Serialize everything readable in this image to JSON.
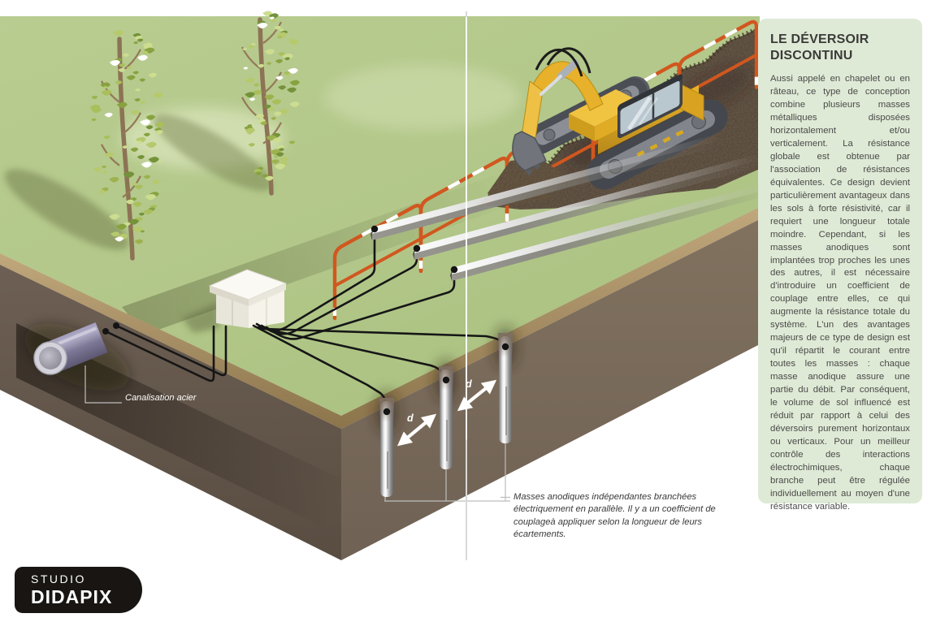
{
  "panel": {
    "title": "LE DÉVERSOIR DISCONTINU",
    "body": "Aussi appelé en chapelet ou en râteau, ce type de conception combine plusieurs masses métalliques disposées horizontalement et/ou verticalement. La résistance globale est obtenue par l'association de résistances équivalentes. Ce design devient particulièrement avantageux dans les sols à forte résistivité, car il requiert une longueur totale moindre. Cependant, si les masses anodiques sont implantées trop proches les unes des autres, il est nécessaire d'introduire un coefficient de couplage entre elles, ce qui augmente la résistance totale du système. L'un des avantages majeurs de ce type de design est qu'il répartit le courant entre toutes les masses : chaque masse anodique assure une partie du débit. Par conséquent, le volume de sol influencé est réduit par rapport à celui des déversoirs purement horizontaux ou verticaux. Pour un meilleur contrôle des interactions électrochimiques, chaque branche peut être régulée individuellement au moyen d'une résistance variable."
  },
  "labels": {
    "pipe": "Canalisation acier",
    "masses": "Masses anodiques indépendantes branchées électriquement en parallèle. Il y a un coefficient de couplageà appliquer selon la longueur de leurs écartements.",
    "distance": "d"
  },
  "logo": {
    "line1": "STUDIO",
    "line2": "DIDAPIX"
  },
  "colors": {
    "accent_orange": "#d1571f",
    "grass_green": "#b4c98b",
    "soil_front": "#7e6f62",
    "soil_side": "#675a4f",
    "trench_brown": "#4e3f31",
    "panel_bg": "#dfead6",
    "pipe_purple": "#8b86a6",
    "machine_yellow": "#e8b12b",
    "text_dark": "#3b3b3a",
    "logo_bg": "#181512"
  }
}
